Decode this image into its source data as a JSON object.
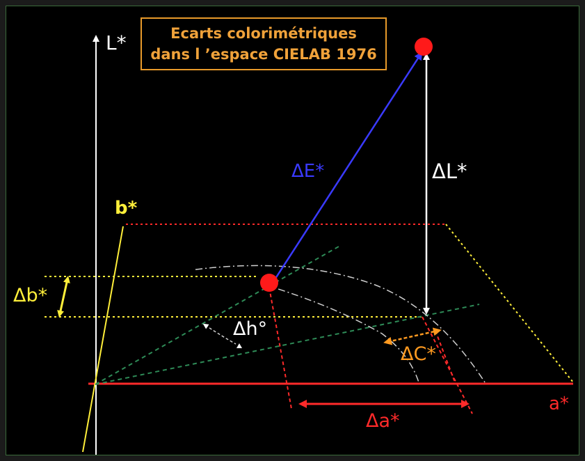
{
  "title": {
    "line1": "Ecarts colorimétriques",
    "line2": "dans l ’espace CIELAB 1976"
  },
  "labels": {
    "l_axis": "L*",
    "b_axis": "b*",
    "a_axis": "a*",
    "delta_e": "ΔE*",
    "delta_l": "ΔL*",
    "delta_b": "Δb*",
    "delta_h": "Δh°",
    "delta_c": "ΔC*",
    "delta_a": "Δa*"
  },
  "colors": {
    "background": "#000000",
    "title_border": "#e89a2a",
    "title_text": "#f0a23a",
    "white_axis": "#ffffff",
    "yellow": "#ffef3a",
    "red": "#ff2a2a",
    "blue": "#3a3aff",
    "orange": "#ff9a20",
    "green_dashed": "#2e8b57"
  }
}
